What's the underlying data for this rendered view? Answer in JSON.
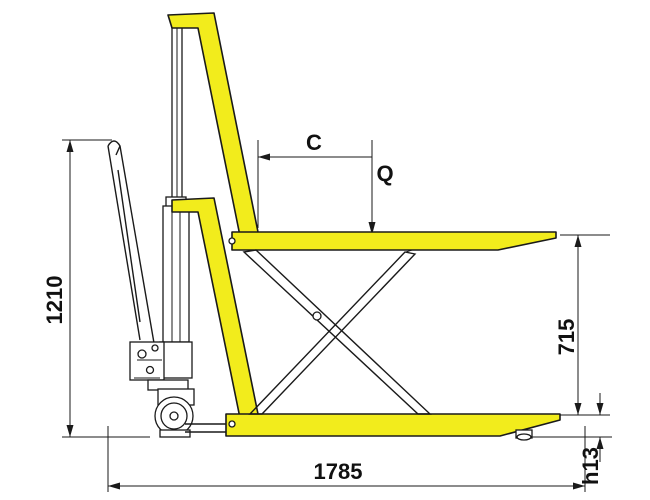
{
  "colors": {
    "frame": "#f2ec1c",
    "outline": "#1a1a1a"
  },
  "labels": {
    "dim_total_height": "1210",
    "dim_total_length": "1785",
    "dim_lift_height": "715",
    "dim_lowered_height": "h13",
    "load_center": "C",
    "load": "Q"
  }
}
